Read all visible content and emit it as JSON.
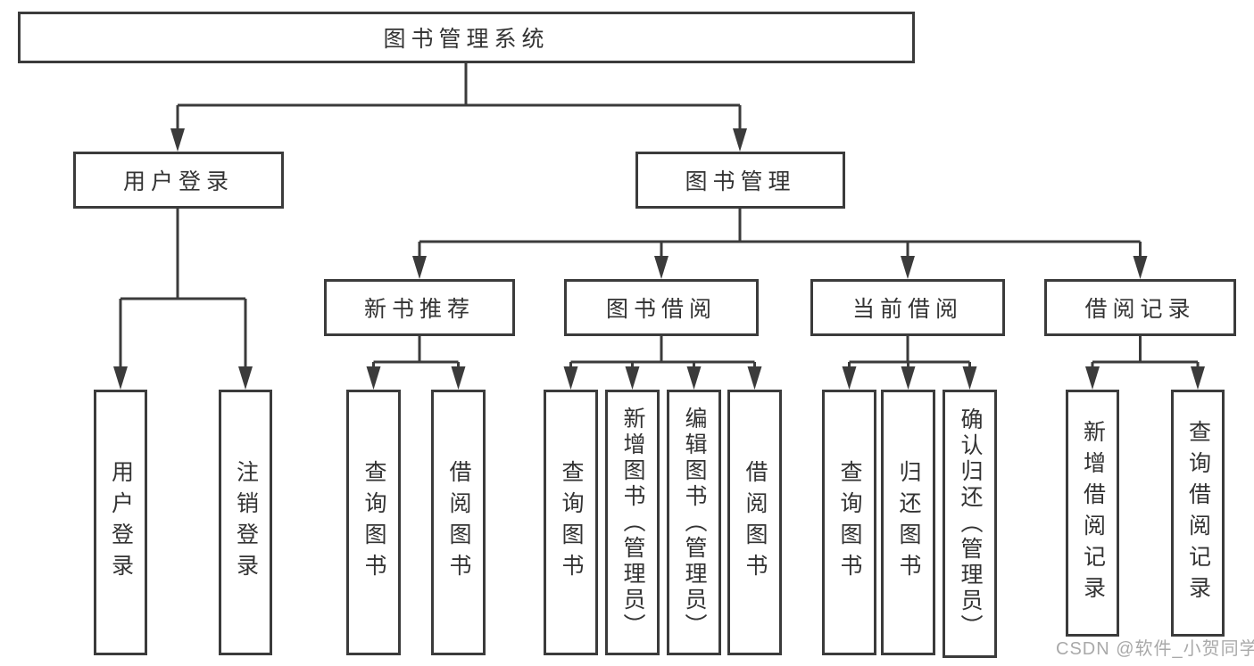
{
  "colors": {
    "line": "#3b3b3b",
    "box_border": "#3b3b3b",
    "text": "#333333",
    "background": "#ffffff",
    "watermark": "#949494"
  },
  "nodes": {
    "root": "图书管理系统",
    "user_login": {
      "label": "用户登录",
      "children": [
        "用户登录",
        "注销登录"
      ]
    },
    "book_mgmt": {
      "label": "图书管理"
    },
    "new_book_rec": {
      "label": "新书推荐",
      "children": [
        "查询图书",
        "借阅图书"
      ]
    },
    "book_borrow": {
      "label": "图书借阅",
      "children": [
        "查询图书",
        "新增图书（管理员）",
        "编辑图书（管理员）",
        "借阅图书"
      ]
    },
    "current_borrow": {
      "label": "当前借阅",
      "children": [
        "查询图书",
        "归还图书",
        "确认归还（管理员）"
      ]
    },
    "borrow_record": {
      "label": "借阅记录",
      "children": [
        "新增借阅记录",
        "查询借阅记录"
      ]
    }
  },
  "watermark": {
    "text": "CSDN @软件_小贺同学"
  }
}
